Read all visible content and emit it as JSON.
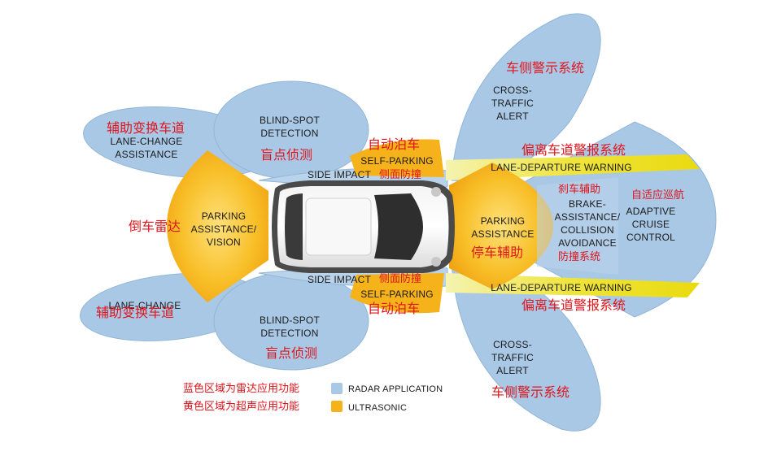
{
  "colors": {
    "radar": "#a9c8e6",
    "radar_stroke": "#8fb3d6",
    "ultrasonic": "#f6b21a",
    "ultrasonic_light": "#fcd25a",
    "lane_band": "#ecdf1a",
    "label_red": "#e0141b"
  },
  "zones": {
    "rear_parking": {
      "en": "PARKING\nASSISTANCE/\nVISION",
      "zh": "倒车雷达"
    },
    "front_parking": {
      "en": "PARKING\nASSISTANCE",
      "zh": "停车辅助"
    },
    "brake": {
      "en": "BRAKE-\nASSISTANCE/\nCOLLISION\nAVOIDANCE",
      "zh_top": "刹车辅助",
      "zh_bottom": "防撞系统"
    },
    "acc": {
      "en": "ADAPTIVE\nCRUISE\nCONTROL",
      "zh": "自适应巡航"
    },
    "lane_change_top": {
      "en": "LANE-CHANGE\nASSISTANCE",
      "zh": "辅助变换车道"
    },
    "lane_change_bottom": {
      "en": "LANE-CHANGE",
      "zh": "辅助变换车道"
    },
    "blind_spot_top": {
      "en": "BLIND-SPOT\nDETECTION",
      "zh": "盲点侦测"
    },
    "blind_spot_bottom": {
      "en": "BLIND-SPOT\nDETECTION",
      "zh": "盲点侦测"
    },
    "self_parking_top": {
      "en": "SELF-PARKING",
      "zh": "自动泊车"
    },
    "self_parking_bottom": {
      "en": "SELF-PARKING",
      "zh": "自动泊车"
    },
    "side_impact_top": {
      "en": "SIDE IMPACT",
      "zh": "侧面防撞"
    },
    "side_impact_bottom": {
      "en": "SIDE IMPACT",
      "zh": "侧面防撞"
    },
    "lane_departure_top": {
      "en": "LANE-DEPARTURE WARNING",
      "zh": "偏离车道警报系统"
    },
    "lane_departure_bottom": {
      "en": "LANE-DEPARTURE WARNING",
      "zh": "偏离车道警报系统"
    },
    "cross_traffic_top": {
      "en": "CROSS-\nTRAFFIC\nALERT",
      "zh": "车侧警示系统"
    },
    "cross_traffic_bottom": {
      "en": "CROSS-\nTRAFFIC\nALERT",
      "zh": "车侧警示系统"
    }
  },
  "legend": [
    {
      "zh": "蓝色区域为雷达应用功能",
      "en": "RADAR APPLICATION",
      "color": "#a9c8e6"
    },
    {
      "zh": "黄色区域为超声应用功能",
      "en": "ULTRASONIC",
      "color": "#f6b21a"
    }
  ]
}
